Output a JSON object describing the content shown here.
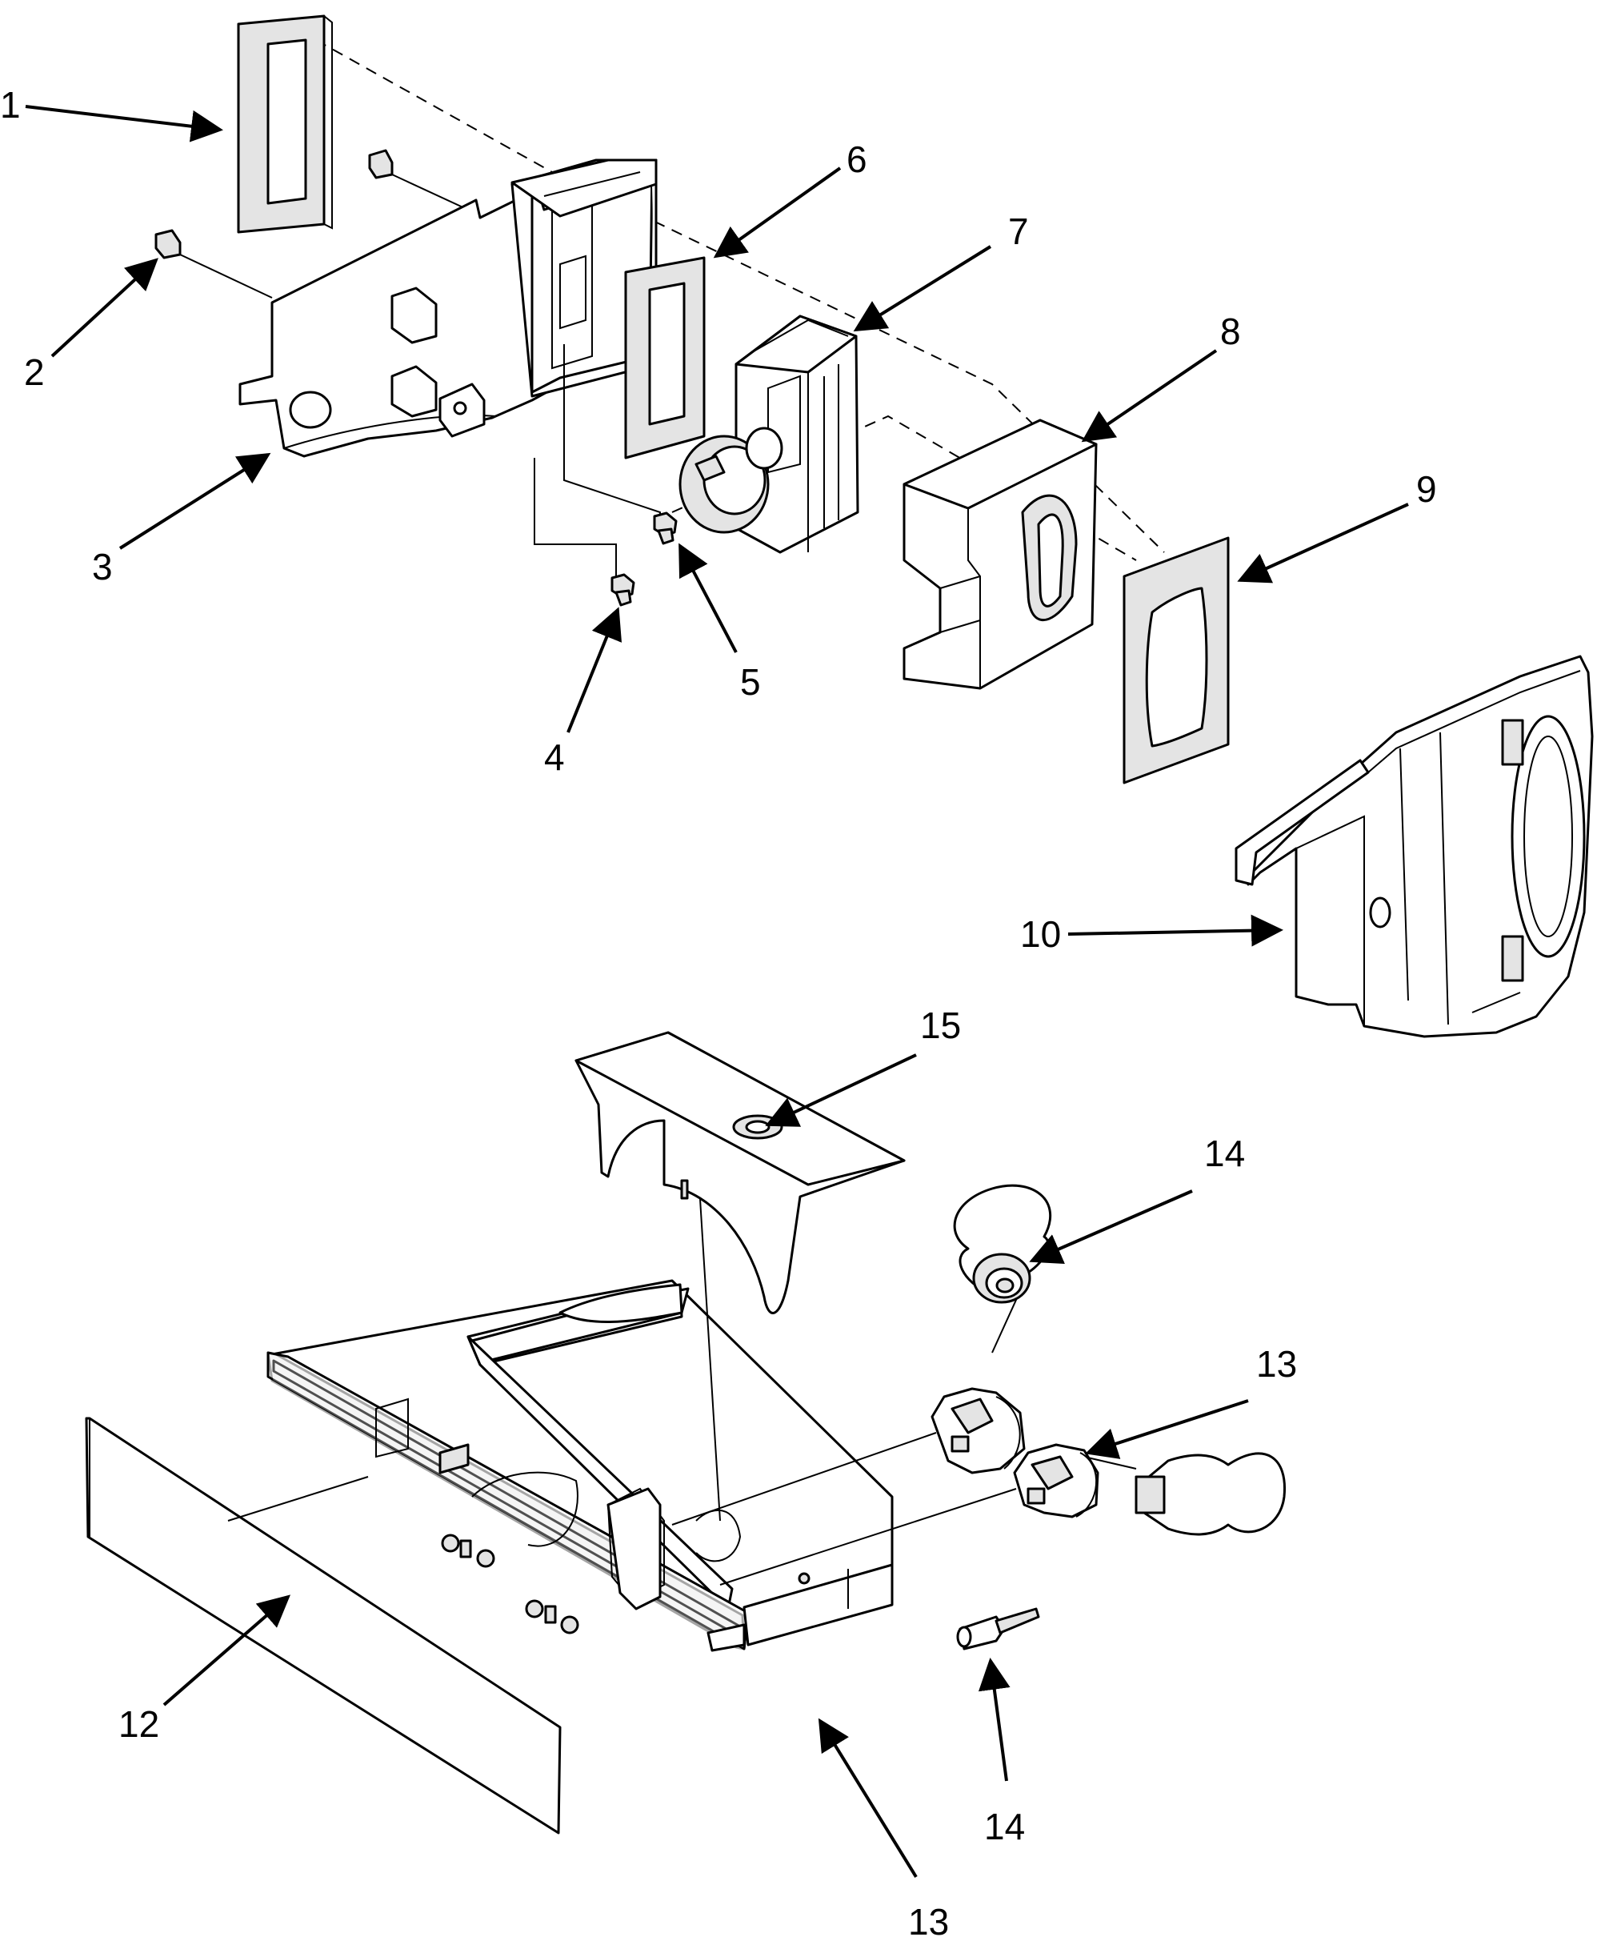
{
  "callouts": [
    {
      "id": "c1",
      "text": "1"
    },
    {
      "id": "c2",
      "text": "2"
    },
    {
      "id": "c3",
      "text": "3"
    },
    {
      "id": "c4",
      "text": "4"
    },
    {
      "id": "c5",
      "text": "5"
    },
    {
      "id": "c6",
      "text": "6"
    },
    {
      "id": "c7",
      "text": "7"
    },
    {
      "id": "c8",
      "text": "8"
    },
    {
      "id": "c9",
      "text": "9"
    },
    {
      "id": "c10",
      "text": "10"
    },
    {
      "id": "c12",
      "text": "12"
    },
    {
      "id": "c13a",
      "text": "13"
    },
    {
      "id": "c13b",
      "text": "13"
    },
    {
      "id": "c14a",
      "text": "14"
    },
    {
      "id": "c14b",
      "text": "14"
    },
    {
      "id": "c15",
      "text": "15"
    }
  ]
}
